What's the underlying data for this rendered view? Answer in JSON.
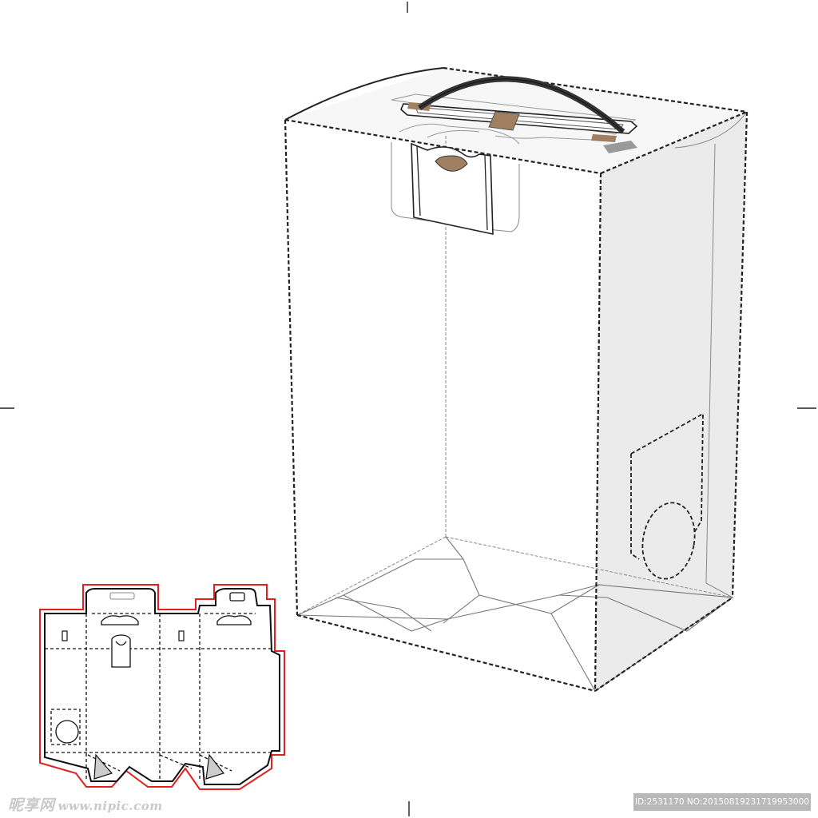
{
  "watermark": {
    "logo_text": "昵享网",
    "site": "www.nipic.com",
    "id_text": "ID:2531170 NO:20150819231719953000"
  },
  "colors": {
    "line": "#222222",
    "thin_line": "#777777",
    "side_face": "#ebebeb",
    "tape": "#a08060",
    "handle": "#333333",
    "cut_outline": "#e02020"
  },
  "icons": [
    "handle-icon",
    "tape-strip-icon",
    "thumb-notch-icon",
    "hang-hole-icon",
    "valve-hole-icon"
  ]
}
